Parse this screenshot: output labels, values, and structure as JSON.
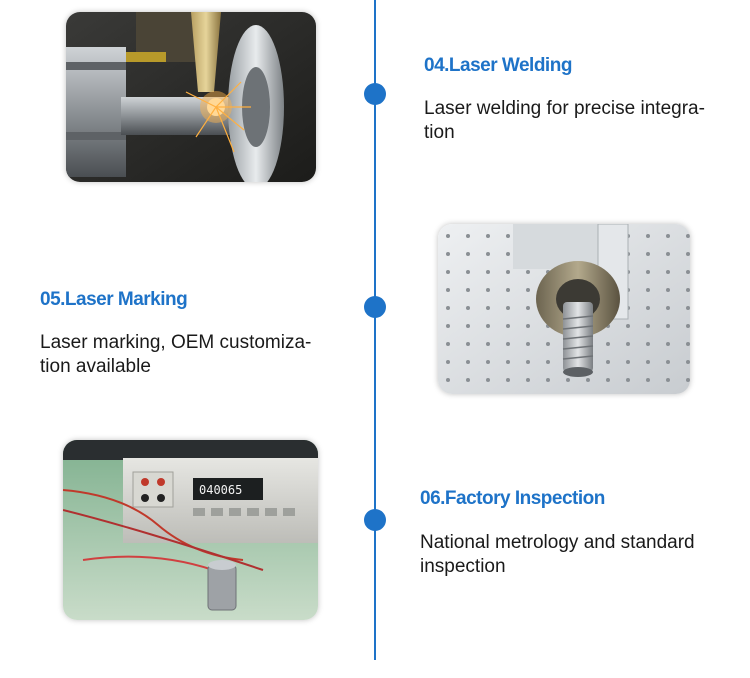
{
  "steps": [
    {
      "title": "04.Laser Welding",
      "desc_line1": "Laser welding for precise integra-",
      "desc_line2": "tion"
    },
    {
      "title": "05.Laser Marking",
      "desc_line1": "Laser marking, OEM customiza-",
      "desc_line2": "tion available"
    },
    {
      "title": "06.Factory Inspection",
      "desc_line1": "National metrology and standard",
      "desc_line2": "inspection"
    }
  ],
  "meter_readout": "040065",
  "colors": {
    "accent": "#1e73c8",
    "text": "#1a1a1a"
  }
}
